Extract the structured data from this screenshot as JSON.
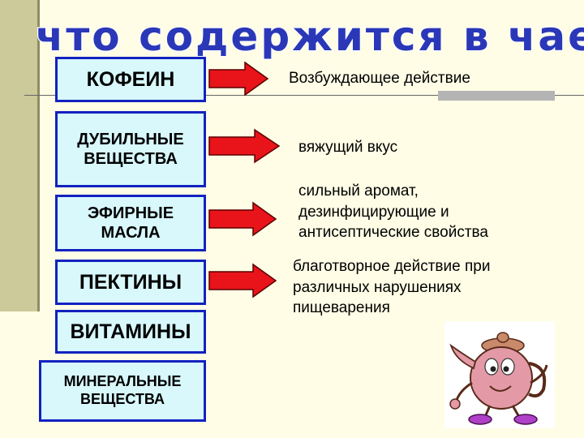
{
  "title": "что содержится в чае",
  "items": [
    {
      "label": "КОФЕИН",
      "description": "Возбуждающее действие"
    },
    {
      "label": "ДУБИЛЬНЫЕ ВЕЩЕСТВА",
      "description": "вяжущий вкус"
    },
    {
      "label": "ЭФИРНЫЕ МАСЛА",
      "description": "сильный аромат, дезинфицирующие и антисептические свойства"
    },
    {
      "label": "ПЕКТИНЫ",
      "description": "благотворное действие при различных нарушениях пищеварения"
    },
    {
      "label": "ВИТАМИНЫ"
    },
    {
      "label": "МИНЕРАЛЬНЫЕ ВЕЩЕСТВА"
    }
  ],
  "colors": {
    "box_fill": "#d8f8fc",
    "box_border": "#1222c0",
    "arrow": "#e8141a",
    "title_fill": "#2a38b8",
    "background": "#fffde6"
  },
  "illustration": "cartoon-teapot"
}
